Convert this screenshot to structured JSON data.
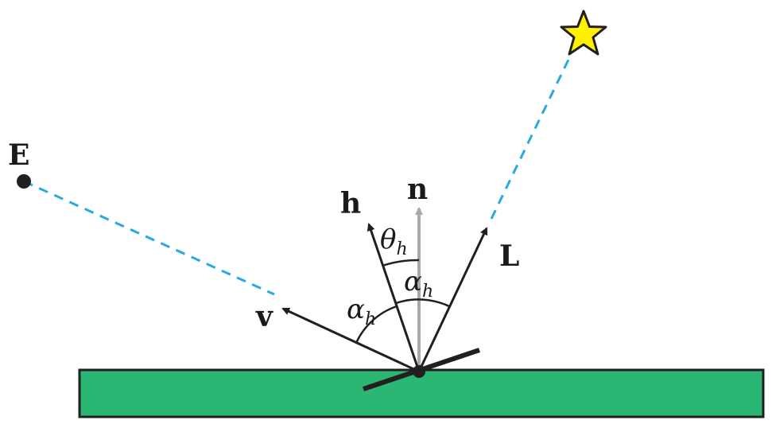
{
  "diagram": {
    "labels": {
      "eye": "E",
      "view": "v",
      "half": "h",
      "normal": "n",
      "light": "L",
      "theta": "θ",
      "theta_sub": "h",
      "alpha_left": "α",
      "alpha_left_sub": "h",
      "alpha_right": "α",
      "alpha_right_sub": "h"
    },
    "colors": {
      "surface_fill": "#2bb673",
      "surface_stroke": "#231f20",
      "vector": "#231f20",
      "normal_vector": "#a7a9ac",
      "dashed_ray": "#27aae1",
      "star_fill": "#fff200"
    },
    "icons": {
      "light_source": "star-icon",
      "eye_point": "dot-icon"
    }
  }
}
